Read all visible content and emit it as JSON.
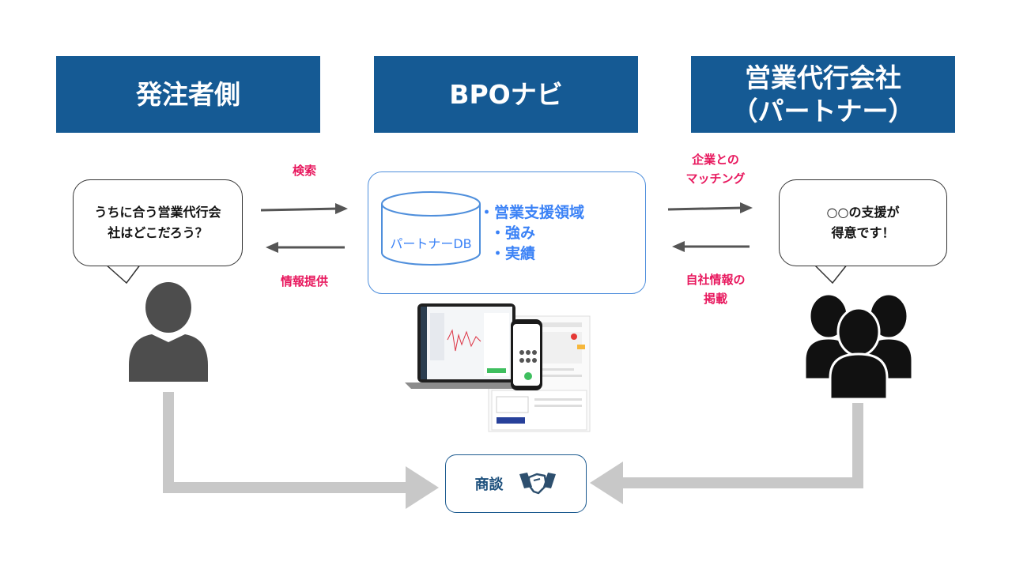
{
  "headers": {
    "client": "発注者側",
    "bpo": "BPOナビ",
    "partner": "営業代行会社\n（パートナー）"
  },
  "client_bubble": "うちに合う営業代行会\n社はどこだろう？",
  "partner_bubble": "○○の支援が\n得意です！",
  "labels": {
    "search": "検索",
    "info_provide": "情報提供",
    "matching": "企業との\nマッチング",
    "listing": "自社情報の\n掲載"
  },
  "database": {
    "name": "パートナーDB",
    "features": [
      "・営業支援領域",
      "・強み",
      "・実績"
    ]
  },
  "meeting": {
    "label": "商談"
  },
  "icons": [
    "person-icon",
    "group-icon",
    "handshake-icon",
    "device-screenshots"
  ],
  "colors": {
    "header": "#155a94",
    "label": "#e8185e",
    "db": "#3b82f6",
    "flow": "#c8c8c8"
  }
}
